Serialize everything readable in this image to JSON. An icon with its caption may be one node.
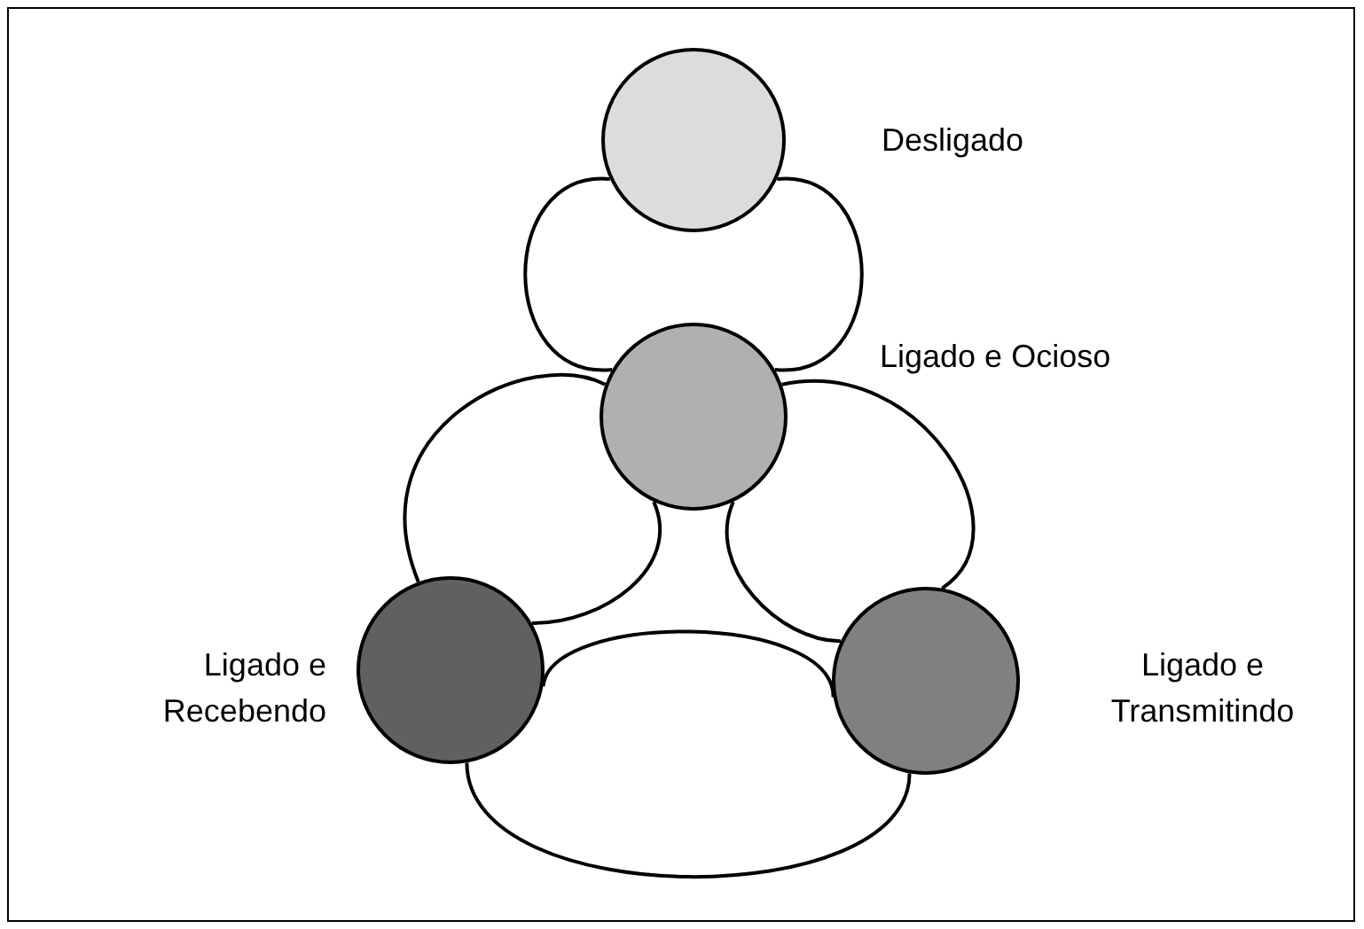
{
  "diagram": {
    "nodes": [
      {
        "text": [],
        "shape": "circle",
        "beside": [
          "Desligado"
        ]
      },
      {
        "text": [],
        "shape": "circle",
        "beside": [
          "Ligado e Ocioso"
        ]
      },
      {
        "text": [],
        "shape": "circle",
        "beside": [
          "Ligado e Recebendo"
        ]
      },
      {
        "text": [],
        "shape": "circle",
        "beside": [
          "Ligado e Transmitindo"
        ]
      }
    ],
    "edges": [
      {
        "from": 0,
        "to": 1,
        "arrow": "none"
      },
      {
        "from": 0,
        "to": 1,
        "arrow": "none"
      },
      {
        "from": 1,
        "to": 2,
        "arrow": "none"
      },
      {
        "from": 1,
        "to": 2,
        "arrow": "none"
      },
      {
        "from": 1,
        "to": 3,
        "arrow": "none"
      },
      {
        "from": 1,
        "to": 3,
        "arrow": "none"
      },
      {
        "from": 2,
        "to": 3,
        "arrow": "none"
      },
      {
        "from": 2,
        "to": 3,
        "arrow": "none"
      }
    ]
  }
}
